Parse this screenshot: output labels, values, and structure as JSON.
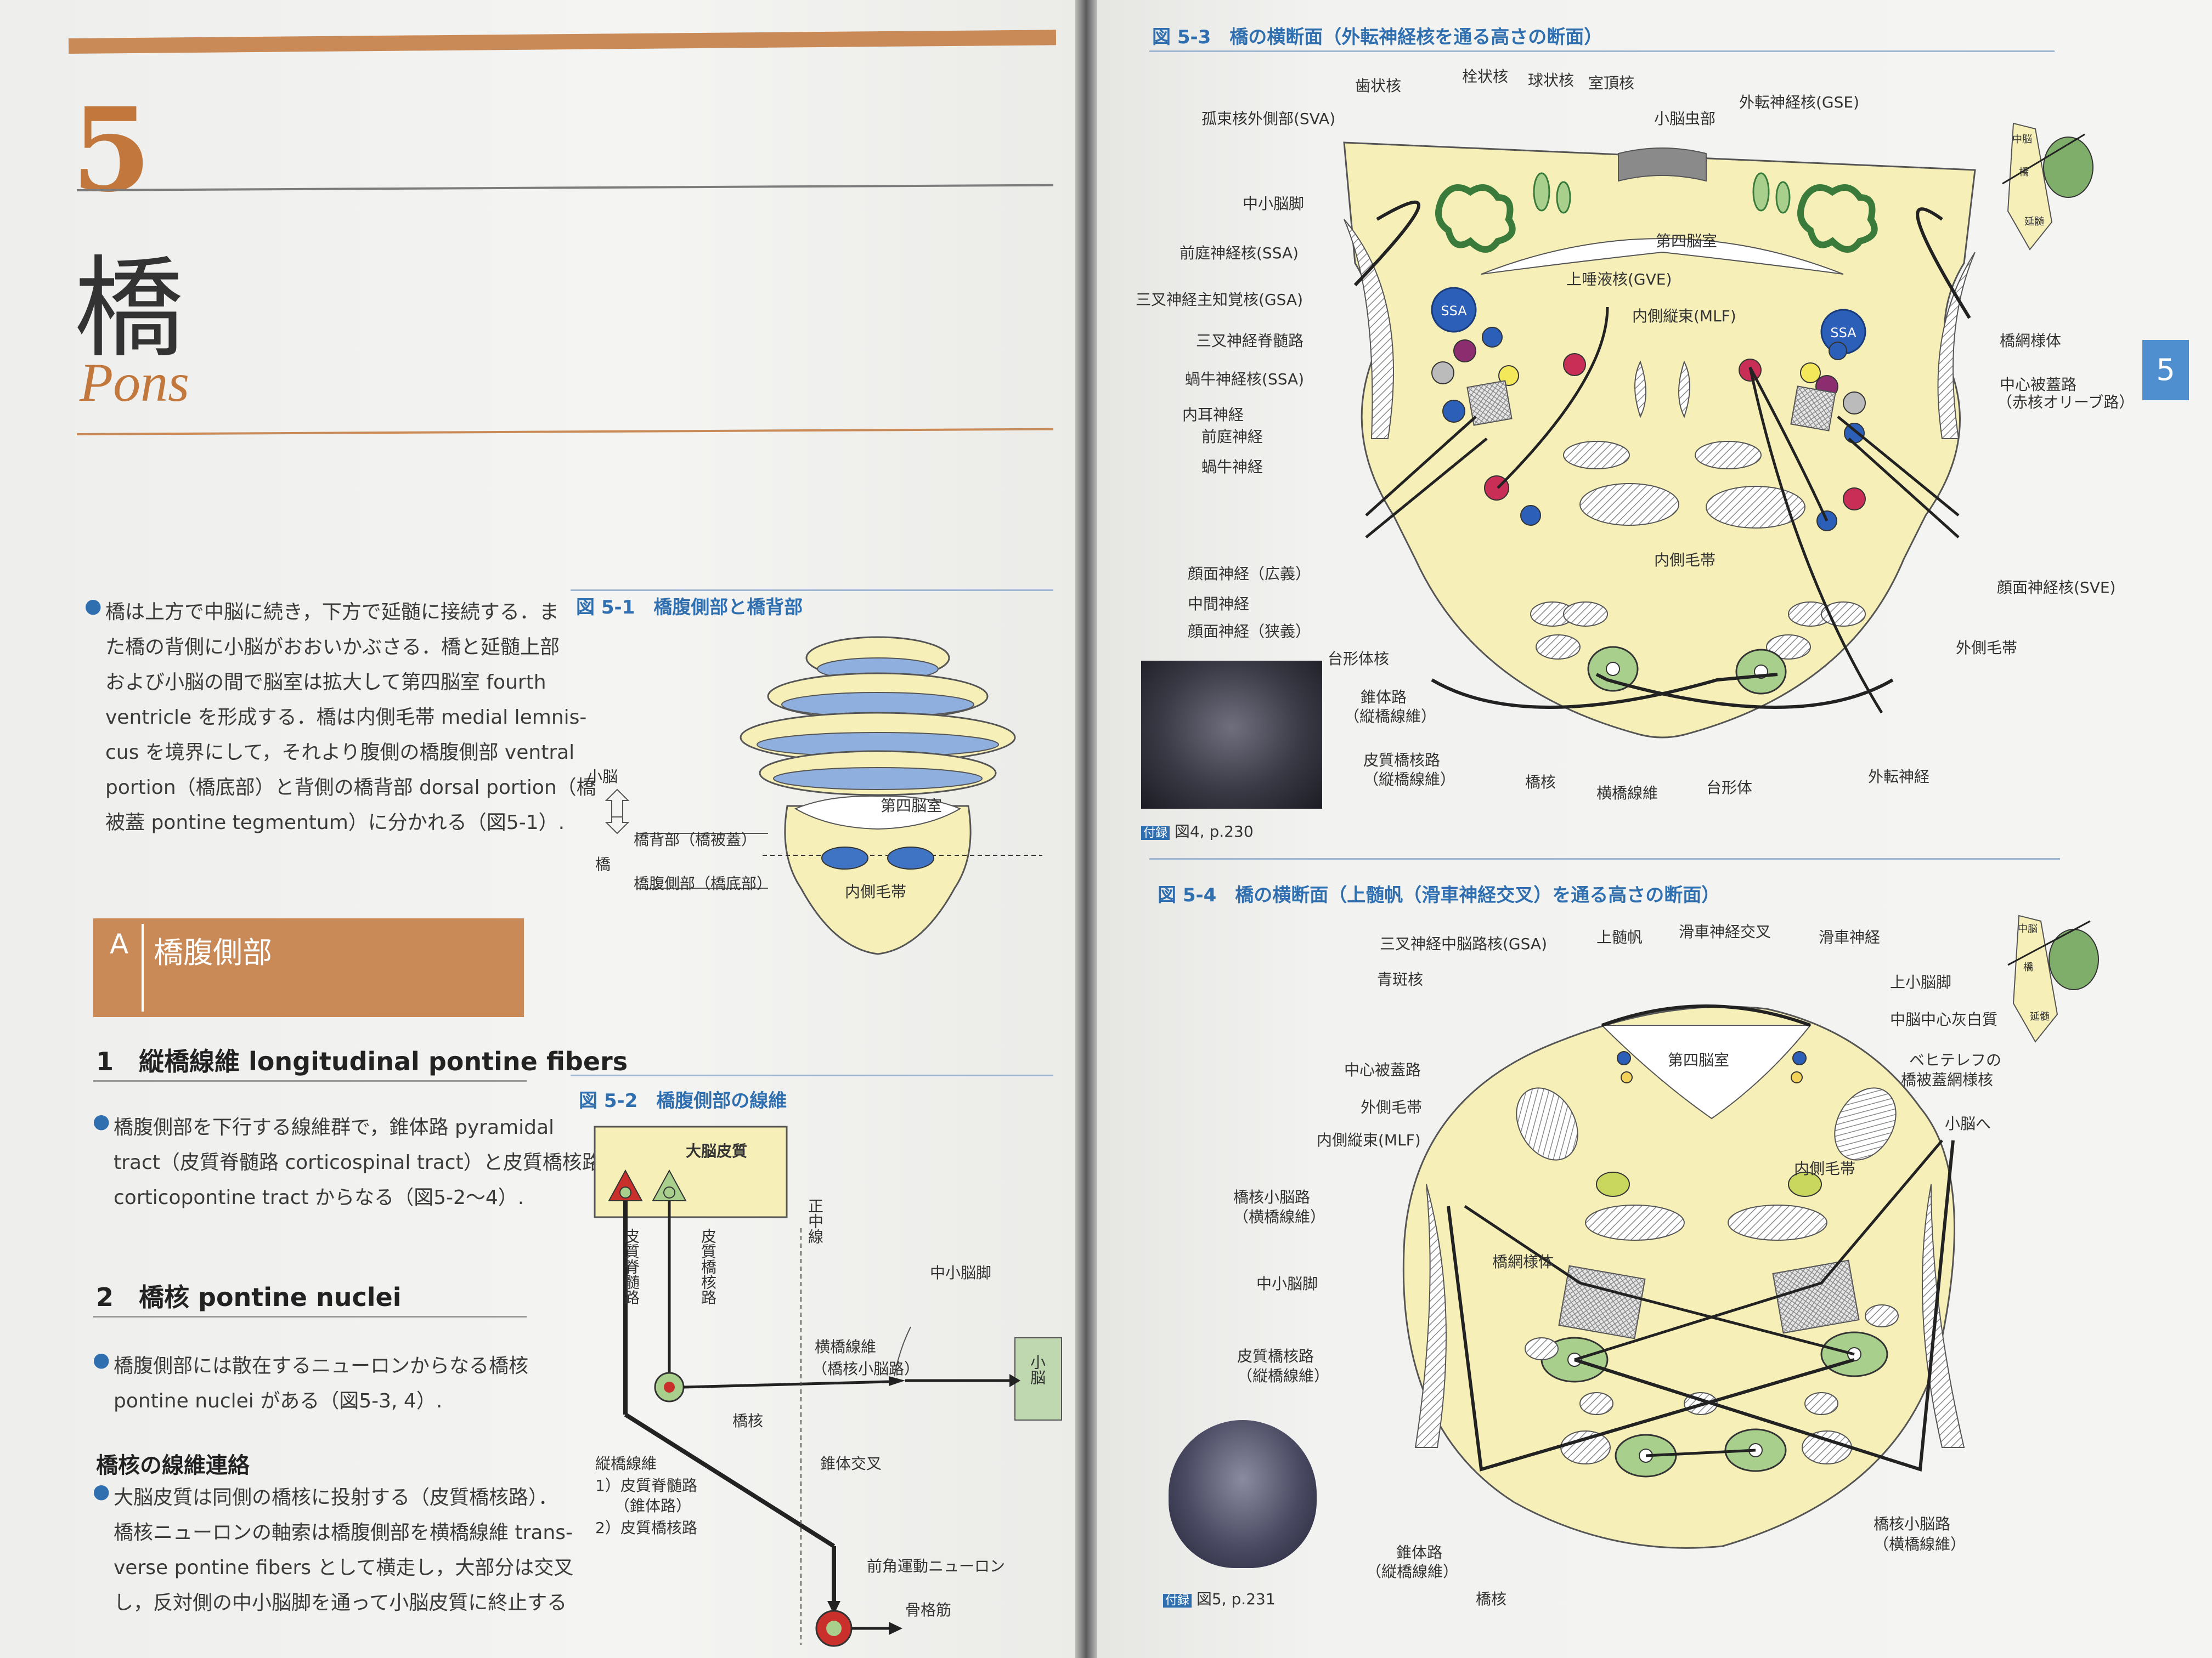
{
  "chapter": {
    "number": "5",
    "title_ja": "橋",
    "title_en": "Pons"
  },
  "intro": {
    "lines": [
      "橋は上方で中脳に続き，下方で延髄に接続する．ま",
      "た橋の背側に小脳がおおいかぶさる．橋と延髄上部",
      "および小脳の間で脳室は拡大して第四脳室 fourth",
      "ventricle を形成する．橋は内側毛帯 medial lemnis-",
      "cus を境界にして，それより腹側の橋腹側部 ventral",
      "portion（橋底部）と背側の橋背部 dorsal portion（橋",
      "被蓋 pontine tegmentum）に分かれる（図5-1）."
    ]
  },
  "section_a": {
    "letter": "A",
    "title": "橋腹側部"
  },
  "subsection1": {
    "heading": "1　縦橋線維 longitudinal pontine fibers",
    "lines": [
      "橋腹側部を下行する線維群で，錐体路 pyramidal",
      "tract（皮質脊髄路 corticospinal tract）と皮質橋核路",
      "corticopontine tract からなる（図5-2〜4）."
    ]
  },
  "subsection2": {
    "heading": "2　橋核 pontine nuclei",
    "lines": [
      "橋腹側部には散在するニューロンからなる橋核",
      "pontine nuclei がある（図5-3, 4）."
    ]
  },
  "subsection3": {
    "heading": "橋核の線維連絡",
    "lines": [
      "大脳皮質は同側の橋核に投射する（皮質橋核路）．",
      "橋核ニューロンの軸索は橋腹側部を横橋線維 trans-",
      "verse pontine fibers として横走し，大部分は交叉",
      "し，反対側の中小脳脚を通って小脳皮質に終止する"
    ]
  },
  "fig51": {
    "label": "図 5-1　橋腹側部と橋背部",
    "cerebellum": "小脳",
    "pons": "橋",
    "dorsal": "橋背部（橋被蓋）",
    "ventral": "橋腹側部（橋底部）",
    "fourth_ventricle": "第四脳室",
    "medial_lemniscus": "内側毛帯"
  },
  "fig52": {
    "label": "図 5-2　橋腹側部の線維",
    "cortex": "大脳皮質",
    "corticospinal": "皮質脊髄路",
    "corticopontine": "皮質橋核路",
    "midline": "正中線",
    "mcp": "中小脳脚",
    "transverse": "横橋線維",
    "transverse_sub": "（橋核小脳路）",
    "cerebellum": "小脳",
    "pontine_nucleus": "橋核",
    "longitudinal_title": "縦橋線維",
    "longitudinal_1": "1）皮質脊髄路",
    "longitudinal_1b": "（錐体路）",
    "longitudinal_2": "2）皮質橋核路",
    "decussation": "錐体交叉",
    "anterior_horn": "前角運動ニューロン",
    "skeletal_muscle": "骨格筋"
  },
  "fig53": {
    "label": "図 5-3　橋の横断面（外転神経核を通る高さの断面）",
    "dentate": "歯状核",
    "emboliform": "栓状核",
    "globose": "球状核",
    "fastigial": "室頂核",
    "vermis": "小脳虫部",
    "abducens_gse": "外転神経核(GSE)",
    "solitary_sva": "孤束核外側部(SVA)",
    "mcp": "中小脳脚",
    "fourth_ventricle": "第四脳室",
    "sup_salivatory": "上唾液核(GVE)",
    "mlf": "内側縦束(MLF)",
    "vestibular_ssa": "前庭神経核(SSA)",
    "trigeminal_principal": "三叉神経主知覚核(GSA)",
    "trigeminal_spinal": "三叉神経脊髄路",
    "cochlear_ssa": "蝸牛神経核(SSA)",
    "inner_ear_nerve": "内耳神経",
    "vestibular_nerve": "前庭神経",
    "cochlear_nerve": "蝸牛神経",
    "ssa": "SSA",
    "reticular": "橋網様体",
    "central_tegmental": "中心被蓋路",
    "central_tegmental_sub": "（赤核オリーブ路）",
    "medial_lemniscus": "内側毛帯",
    "facial_nucleus": "顔面神経核(SVE)",
    "lateral_lemniscus": "外側毛帯",
    "facial_nerve_broad": "顔面神経（広義）",
    "intermediate_nerve": "中間神経",
    "facial_nerve_narrow": "顔面神経（狭義）",
    "trapezoid_nucleus": "台形体核",
    "pyramidal": "錐体路",
    "pyramidal_sub": "（縦橋線維）",
    "corticopontine": "皮質橋核路",
    "corticopontine_sub": "（縦橋線維）",
    "pontine_nucleus": "橋核",
    "transverse": "横橋線維",
    "trapezoid_body": "台形体",
    "abducens_nerve": "外転神経",
    "ref_badge": "付録",
    "ref": "図4, p.230",
    "inset_mid": "中脳",
    "inset_pons": "橋",
    "inset_med": "延髄"
  },
  "fig54": {
    "label": "図 5-4　橋の横断面（上髄帆（滑車神経交叉）を通る高さの断面）",
    "trigeminal_mes": "三叉神経中脳路核(GSA)",
    "sup_velum": "上髄帆",
    "trochlear_decus": "滑車神経交叉",
    "trochlear_nerve": "滑車神経",
    "locus": "青斑核",
    "scp": "上小脳脚",
    "pag": "中脳中心灰白質",
    "fourth_ventricle": "第四脳室",
    "bechterew": "ベヒテレフの",
    "bechterew2": "橋被蓋網様核",
    "central_tegmental": "中心被蓋路",
    "lateral_lemniscus": "外側毛帯",
    "mlf": "内側縦束(MLF)",
    "to_cerebellum": "小脳へ",
    "medial_lemniscus": "内側毛帯",
    "pontocerebellar": "橋核小脳路",
    "pontocerebellar_sub": "（横橋線維）",
    "reticular": "橋網様体",
    "mcp": "中小脳脚",
    "corticopontine": "皮質橋核路",
    "corticopontine_sub": "（縦橋線維）",
    "pontocerebellar_r": "橋核小脳路",
    "pontocerebellar_r_sub": "（横橋線維）",
    "pyramidal": "錐体路",
    "pyramidal_sub": "（縦橋線維）",
    "pontine_nucleus": "橋核",
    "ref_badge": "付録",
    "ref": "図5, p.231",
    "inset_mid": "中脳",
    "inset_pons": "橋",
    "inset_med": "延髄"
  },
  "tab": {
    "number": "5"
  },
  "colors": {
    "accent_orange": "#c98a57",
    "figure_blue": "#2f6fb0",
    "pons_fill": "#f6f0b8",
    "nucleus_green": "#a8cf8c"
  }
}
